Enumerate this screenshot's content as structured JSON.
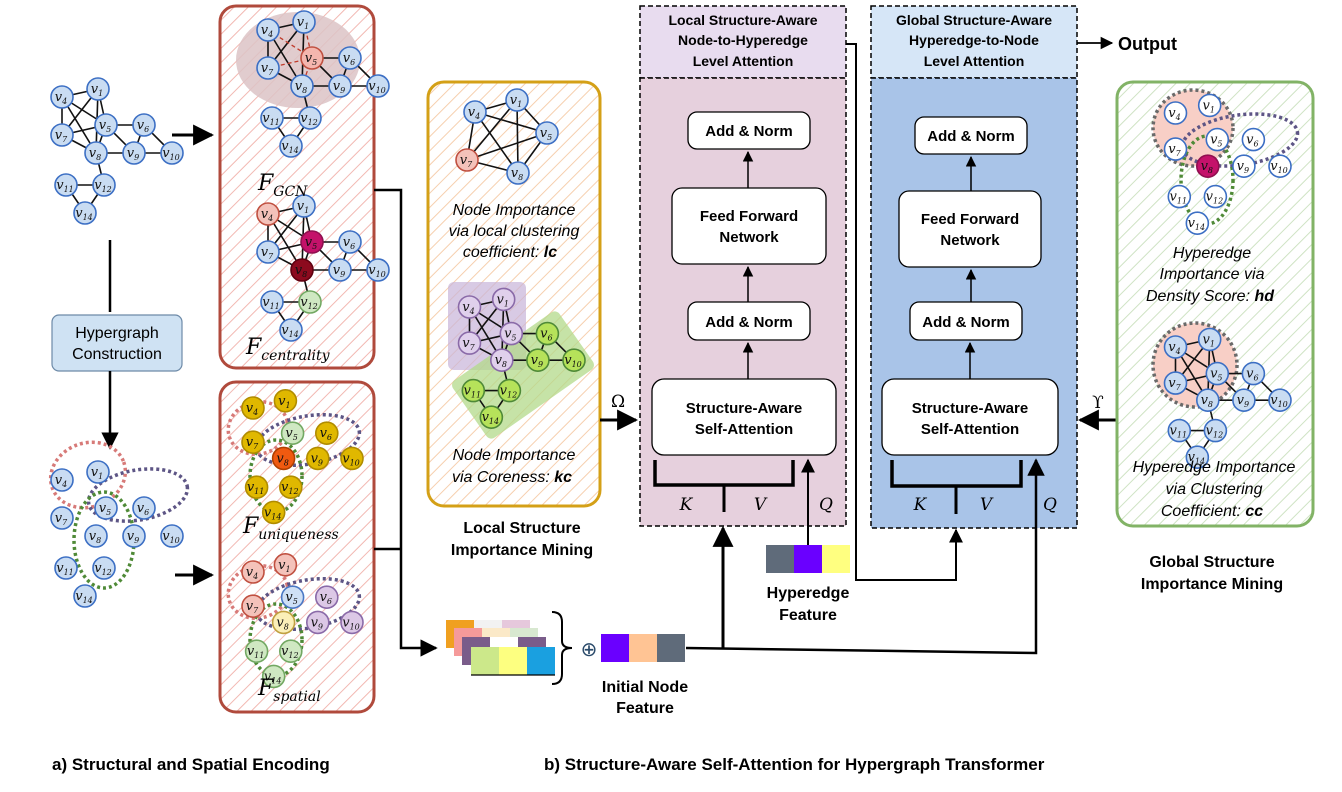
{
  "captions": {
    "a": "a) Structural and Spatial Encoding",
    "b": "b) Structure-Aware Self-Attention for Hypergraph Transformer"
  },
  "left": {
    "hypergraph_construction": [
      "Hypergraph",
      "Construction"
    ]
  },
  "encoding": {
    "gcn": {
      "F": "F",
      "sub": "GCN"
    },
    "centrality": {
      "F": "F",
      "sub": "centrality"
    },
    "uniqueness": {
      "F": "F",
      "sub": "uniqueness"
    },
    "spatial": {
      "F": "F",
      "sub": "spatial"
    }
  },
  "local_mining": {
    "lc_text": [
      "Node Importance",
      "via local clustering",
      "coefficient: "
    ],
    "lc_abbr": "lc",
    "kc_text": [
      "Node Importance",
      "via Coreness: "
    ],
    "kc_abbr": "kc",
    "title": [
      "Local Structure",
      "Importance  Mining"
    ],
    "omega": "Ω"
  },
  "local_attention": {
    "header": [
      "Local Structure-Aware",
      "Node-to-Hyperedge",
      "Level Attention"
    ],
    "add_norm_top": "Add & Norm",
    "ffn": [
      "Feed Forward",
      "Network"
    ],
    "add_norm_bottom": "Add & Norm",
    "sa": [
      "Structure-Aware",
      "Self-Attention"
    ],
    "k": "K",
    "v": "V",
    "q": "Q"
  },
  "global_attention": {
    "header": [
      "Global Structure-Aware",
      "Hyperedge-to-Node",
      "Level Attention"
    ],
    "add_norm_top": "Add & Norm",
    "ffn": [
      "Feed Forward",
      "Network"
    ],
    "add_norm_bottom": "Add & Norm",
    "sa": [
      "Structure-Aware",
      "Self-Attention"
    ],
    "k": "K",
    "v": "V",
    "q": "Q",
    "output": "Output",
    "upsilon": "ϒ"
  },
  "global_mining": {
    "hd_text": [
      "Hyperedge",
      "Importance via",
      "Density Score: "
    ],
    "hd_abbr": "hd",
    "cc_text": [
      "Hyperedge Importance",
      "via Clustering",
      "Coefficient: "
    ],
    "cc_abbr": "cc",
    "title": [
      "Global Structure",
      "Importance  Mining"
    ]
  },
  "features": {
    "hyperedge_label": [
      "Hyperedge",
      "Feature"
    ],
    "hyperedge_colors": [
      "#5f6b7a",
      "#6a00ff",
      "#ffff80"
    ],
    "initial_label": [
      "Initial Node",
      "Feature"
    ],
    "initial_colors": [
      "#6a00ff",
      "#ffc494",
      "#5f6b7a"
    ],
    "stack_colors_back": [
      "#f0a020",
      "#f2f2f2",
      "#e6c8dc"
    ],
    "stack_colors_mid": [
      "#f59a9a",
      "#fbe9c8",
      "#d8e8d0"
    ],
    "stack_colors_mid2": [
      "#7a5c8a",
      "#ffffff",
      "#7a5c8a"
    ],
    "stack_colors_front": [
      "#cce88a",
      "#fdff80",
      "#1aa0e0"
    ],
    "oplus": "⊕"
  },
  "node_labels": [
    "1",
    "4",
    "5",
    "6",
    "7",
    "8",
    "9",
    "10",
    "11",
    "12",
    "14"
  ]
}
